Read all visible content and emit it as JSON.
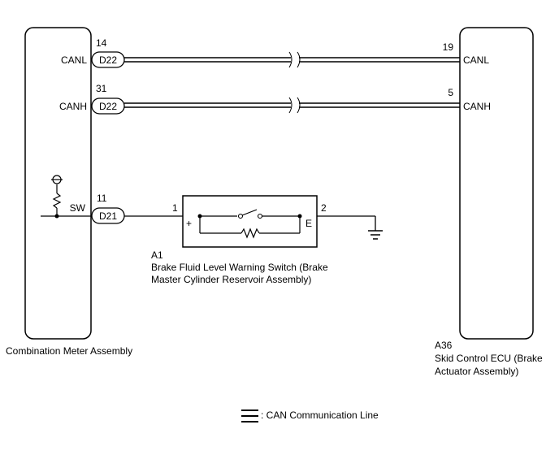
{
  "left_component": {
    "name": "Combination Meter Assembly",
    "pins": {
      "canl": {
        "label": "CANL",
        "pin": "14",
        "connector": "D22"
      },
      "canh": {
        "label": "CANH",
        "pin": "31",
        "connector": "D22"
      },
      "sw": {
        "label": "SW",
        "pin": "11",
        "connector": "D21"
      }
    }
  },
  "right_component": {
    "id": "A36",
    "name_line1": "Skid Control ECU (Brake",
    "name_line2": "Actuator Assembly)",
    "pins": {
      "canl": {
        "label": "CANL",
        "pin": "19"
      },
      "canh": {
        "label": "CANH",
        "pin": "5"
      }
    }
  },
  "switch": {
    "id": "A1",
    "name_line1": "Brake Fluid Level Warning Switch (Brake",
    "name_line2": "Master Cylinder Reservoir Assembly)",
    "pin_left": "1",
    "pin_right": "2",
    "term_plus": "+",
    "term_e": "E"
  },
  "legend": {
    "text": ": CAN Communication Line"
  }
}
